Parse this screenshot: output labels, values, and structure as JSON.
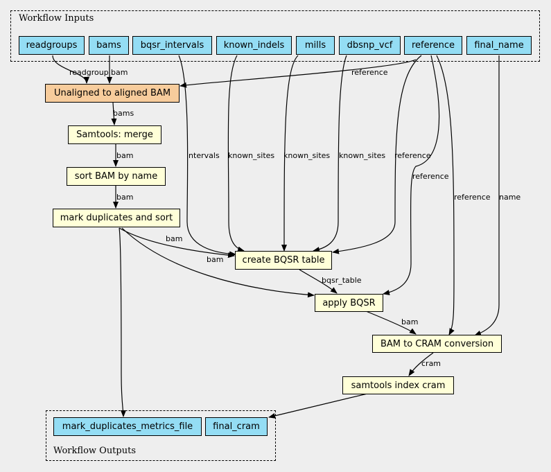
{
  "clusters": {
    "inputs_label": "Workflow Inputs",
    "outputs_label": "Workflow Outputs"
  },
  "inputs": {
    "readgroups": "readgroups",
    "bams": "bams",
    "bqsr_intervals": "bqsr_intervals",
    "known_indels": "known_indels",
    "mills": "mills",
    "dbsnp_vcf": "dbsnp_vcf",
    "reference": "reference",
    "final_name": "final_name"
  },
  "steps": {
    "align": "Unaligned to aligned BAM",
    "merge": "Samtools: merge",
    "sort": "sort BAM by name",
    "markdup": "mark duplicates and sort",
    "bqsr_table": "create BQSR table",
    "apply_bqsr": "apply BQSR",
    "to_cram": "BAM to CRAM conversion",
    "index_cram": "samtools index cram"
  },
  "outputs": {
    "metrics": "mark_duplicates_metrics_file",
    "final_cram": "final_cram"
  },
  "edge_labels": {
    "readgroup": "readgroup",
    "bam_in": "bam",
    "reference_align": "reference",
    "bams": "bams",
    "bam_merge": "bam",
    "bam_sort": "bam",
    "intervals": "intervals",
    "known_sites_1": "known_sites",
    "known_sites_2": "known_sites",
    "known_sites_3": "known_sites",
    "reference_bqsr": "reference",
    "reference_apply": "reference",
    "reference_cram": "reference",
    "name": "name",
    "bam_markdup_bqsr": "bam",
    "bam_markdup_apply": "bam",
    "bqsr_table": "bqsr_table",
    "bam_cram": "bam",
    "cram": "cram"
  },
  "colors": {
    "input_fill": "#94ddf4",
    "step_fill": "#ffffd8",
    "highlight_fill": "#f7cc9c",
    "background": "#eeeeee"
  }
}
